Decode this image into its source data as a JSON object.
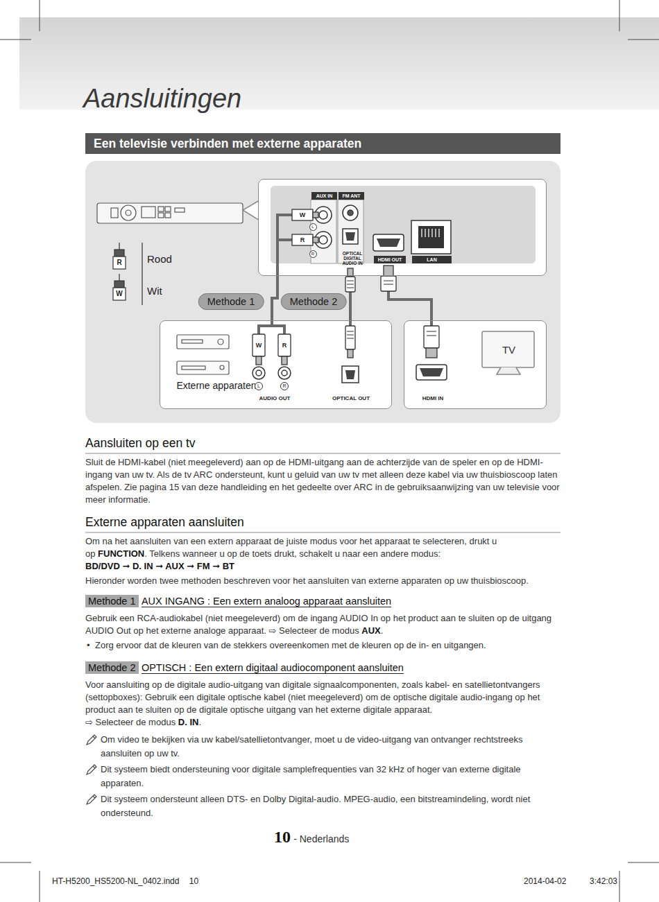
{
  "diagram": {
    "title": "Een televisie verbinden met externe apparaten",
    "nodes": [
      {
        "text": [
          "AUX IN",
          "FM ANT",
          "OPTICAL DIGITAL AUDIO IN",
          "HDMI OUT",
          "LAN"
        ]
      },
      {
        "text": [
          "Externe apparaten",
          "AUDIO OUT",
          "OPTICAL OUT"
        ]
      },
      {
        "text": [
          "TV",
          "HDMI IN"
        ]
      }
    ],
    "edges": [
      {
        "from": 0,
        "to": 1,
        "label": "Methode 1",
        "arrow": "none"
      },
      {
        "from": 0,
        "to": 1,
        "label": "Methode 2",
        "arrow": "none"
      },
      {
        "from": 0,
        "to": 2,
        "arrow": "none"
      }
    ],
    "labels": [
      "Aansluitingen",
      "W",
      "R",
      "L",
      "R",
      "R",
      "W",
      "W",
      "R",
      "L",
      "R",
      "Aansluiten op een tv",
      "Sluit de HDMI-kabel (niet meegeleverd) aan op de HDMI-uitgang aan de achterzijde van de speler en op de HDMI-ingang van uw tv. Als de tv ARC ondersteunt, kunt u geluid van uw tv met alleen deze kabel via uw thuisbioscoop laten afspelen. Zie pagina 15 van deze handleiding en het gedeelte over ARC in de gebruiksaanwijzing van uw televisie voor meer informatie.",
      "Externe apparaten aansluiten",
      "Om na het aansluiten van een extern apparaat de juiste modus voor het apparaat te selecteren, drukt u op",
      "FUNCTION",
      ". Telkens wanneer u op de toets drukt, schakelt u naar een andere modus:",
      "BD/DVD ➞ D. IN ➞ AUX ➞ FM ➞ BT",
      "Hieronder worden twee methoden beschreven voor het aansluiten van externe apparaten op uw thuisbioscoop.",
      "Methode 1",
      "AUX INGANG : Een extern analoog apparaat aansluiten",
      "Gebruik een RCA-audiokabel (niet meegeleverd) om de ingang AUDIO In op het product aan te sluiten op de uitgang AUDIO Out op het externe analoge apparaat.",
      "⇨ Selecteer de modus",
      "AUX",
      ".",
      "•",
      "Zorg ervoor dat de kleuren van de stekkers overeenkomen met de kleuren op de in- en uitgangen.",
      "Methode 2",
      "OPTISCH : Een extern digitaal audiocomponent aansluiten",
      "Voor aansluiting op de digitale audio-uitgang van digitale signaalcomponenten, zoals kabel- en satellietontvangers (settopboxes): Gebruik een digitale optische kabel (niet meegeleverd) om de optische digitale audio-ingang op het product aan te sluiten op de digitale optische uitgang van het externe digitale apparaat.",
      "⇨ Selecteer de modus",
      "D. IN",
      ".",
      "Om video te bekijken via uw kabel/satellietontvanger, moet u de video-uitgang van ontvanger rechtstreeks aansluiten op uw tv.",
      "Dit systeem biedt ondersteuning voor digitale samplefrequenties van 32 kHz of hoger van externe digitale apparaten.",
      "Dit systeem ondersteunt alleen DTS- en Dolby Digital-audio. MPEG-audio, een bitstreamindeling, wordt niet ondersteund.",
      "10",
      "- Nederlands",
      "HT-H5200_HS5200-NL_0402.indd",
      "10",
      "2014-04-02",
      "3:42:03"
    ],
    "legend": [
      {
        "text": "Rood"
      },
      {
        "text": "Wit"
      }
    ]
  }
}
